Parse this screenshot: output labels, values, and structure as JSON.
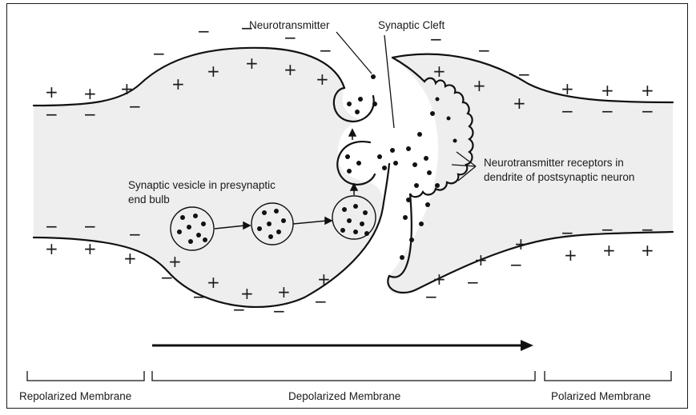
{
  "labels": {
    "neurotransmitter": "Neurotransmitter",
    "synaptic_cleft": "Synaptic Cleft",
    "vesicle_line1": "Synaptic vesicle in presynaptic",
    "vesicle_line2": "end bulb",
    "receptors_line1": "Neurotransmitter receptors in",
    "receptors_line2": "dendrite of postsynaptic neuron",
    "repolarized": "Repolarized Membrane",
    "depolarized": "Depolarized Membrane",
    "polarized": "Polarized Membrane"
  },
  "charges": {
    "plus": "+",
    "minus": "−"
  },
  "colors": {
    "ink": "#111111",
    "cytoplasm": "#eeeeee"
  }
}
